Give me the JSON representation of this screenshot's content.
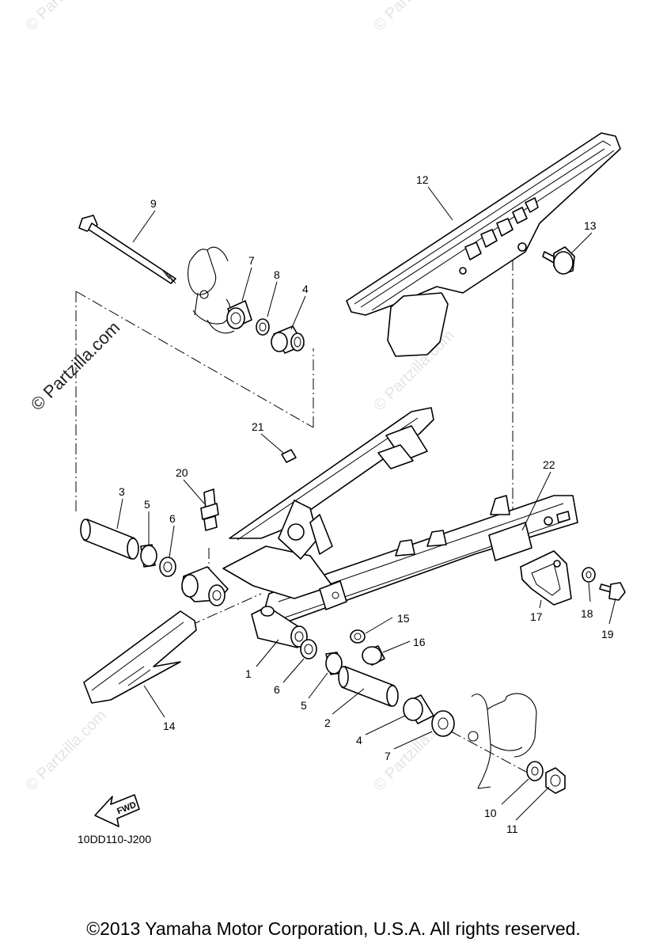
{
  "watermarks": {
    "site": "© Partzilla.com"
  },
  "callouts": [
    "1",
    "2",
    "3",
    "4",
    "4",
    "5",
    "5",
    "6",
    "6",
    "7",
    "7",
    "8",
    "9",
    "10",
    "11",
    "12",
    "13",
    "14",
    "15",
    "16",
    "17",
    "18",
    "19",
    "20",
    "21",
    "22"
  ],
  "fwd_label": "FWD",
  "diagram_code": "10DD110-J200",
  "copyright": "©2013 Yamaha Motor Corporation, U.S.A. All rights reserved."
}
